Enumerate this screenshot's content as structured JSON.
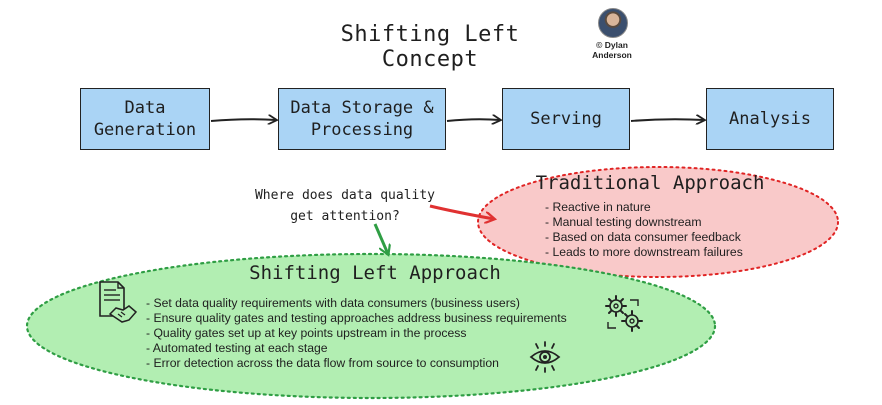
{
  "title": "Shifting Left Concept",
  "credit": {
    "line1": "© Dylan",
    "line2": "Anderson"
  },
  "flow": {
    "steps": [
      {
        "line1": "Data",
        "line2": "Generation"
      },
      {
        "line1": "Data Storage &",
        "line2": "Processing"
      },
      {
        "line1": "Serving",
        "line2": ""
      },
      {
        "line1": "Analysis",
        "line2": ""
      }
    ]
  },
  "question": {
    "line1": "Where does data quality",
    "line2": "get attention?"
  },
  "traditional": {
    "title": "Traditional Approach",
    "items": [
      "- Reactive in nature",
      "- Manual testing downstream",
      "- Based on data consumer feedback",
      "- Leads to more downstream failures"
    ],
    "fill_color": "#f9c9c9",
    "border_color": "#e02424"
  },
  "shifting_left": {
    "title": "Shifting Left Approach",
    "items": [
      "- Set data quality requirements with data consumers (business users)",
      "- Ensure quality gates and testing approaches address business requirements",
      "- Quality gates set up at key points upstream in the process",
      "- Automated testing at each stage",
      "- Error detection across the data flow from source to consumption"
    ],
    "fill_color": "#b2eeb2",
    "border_color": "#2f9e44"
  },
  "icons": [
    "agreement-document-icon",
    "gears-icon",
    "eye-icon"
  ],
  "colors": {
    "box_fill": "#aad4f5",
    "red_arrow": "#e03131",
    "green_arrow": "#2f9e44"
  }
}
